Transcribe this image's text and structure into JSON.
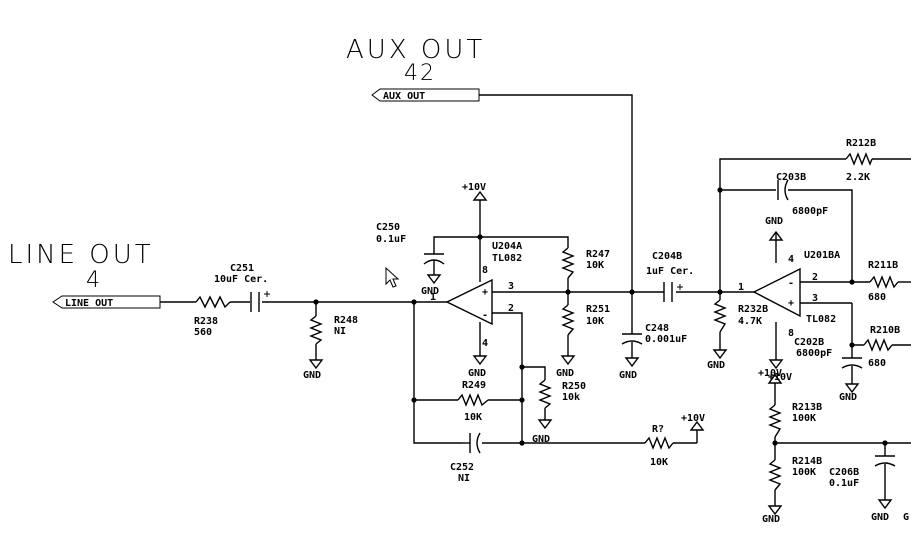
{
  "ports": {
    "aux_title": "AUX OUT",
    "aux_num": "42",
    "aux_flag": "AUX_OUT",
    "line_title": "LINE OUT",
    "line_num": "4",
    "line_flag": "LINE_OUT"
  },
  "components": {
    "c251_ref": "C251",
    "c251_val": "10uF Cer.",
    "r238_ref": "R238",
    "r238_val": "560",
    "r248_ref": "R248",
    "r248_val": "NI",
    "c250_ref": "C250",
    "c250_val": "0.1uF",
    "u204_ref": "U204A",
    "u204_val": "TL082",
    "r247_ref": "R247",
    "r247_val": "10K",
    "r251_ref": "R251",
    "r251_val": "10K",
    "c248_ref": "C248",
    "c248_val": "0.001uF",
    "c204_ref": "C204B",
    "c204_val": "1uF Cer.",
    "r249_ref": "R249",
    "r249_val": "10K",
    "r250_ref": "R250",
    "r250_val": "10k",
    "c252_ref": "C252",
    "c252_val": "NI",
    "rq_ref": "R?",
    "rq_val": "10K",
    "r212_ref": "R212B",
    "r212_val": "2.2K",
    "c203_ref": "C203B",
    "c203_val": "6800pF",
    "u201_ref": "U201BA",
    "u201_val": "TL082",
    "r211_ref": "R211B",
    "r211_val": "680",
    "r232_ref": "R232B",
    "r232_val": "4.7K",
    "c202_ref": "C202B",
    "c202_val": "6800pF",
    "r210_ref": "R210B",
    "r210_val": "680",
    "r213_ref": "R213B",
    "r213_val": "100K",
    "r214_ref": "R214B",
    "r214_val": "100K",
    "c206_ref": "C206B",
    "c206_val": "0.1uF"
  },
  "pins": {
    "u204_p8": "8",
    "u204_p1": "1",
    "u204_p3": "3",
    "u204_p2": "2",
    "u204_p4": "4",
    "u201_p4": "4",
    "u201_p2": "2",
    "u201_p3": "3",
    "u201_p1": "1",
    "u201_p8": "8",
    "plus": "+",
    "minus": "-"
  },
  "nets": {
    "gnd": "GND",
    "v10": "+10V",
    "clip": "G"
  }
}
